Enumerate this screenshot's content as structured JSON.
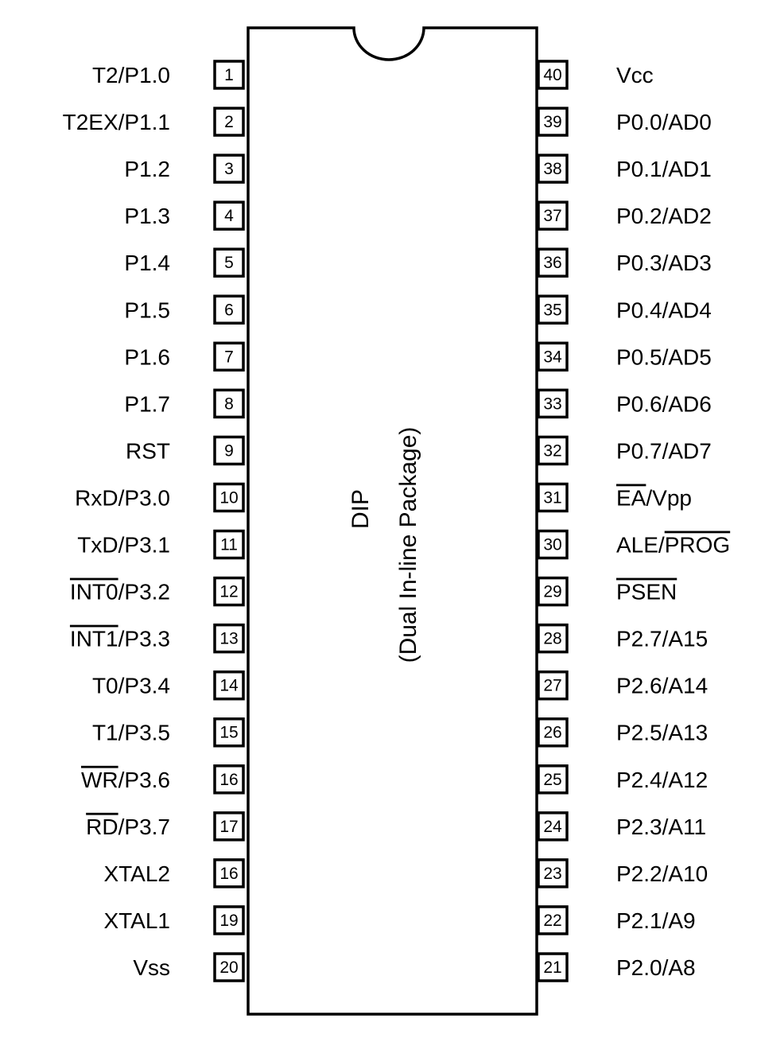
{
  "chip": {
    "title": "DIP",
    "subtitle": "(Dual In-line Package)"
  },
  "left_pins": [
    {
      "number": "1",
      "label": [
        {
          "text": "T2/P1.0"
        }
      ]
    },
    {
      "number": "2",
      "label": [
        {
          "text": "T2EX/P1.1"
        }
      ]
    },
    {
      "number": "3",
      "label": [
        {
          "text": "P1.2"
        }
      ]
    },
    {
      "number": "4",
      "label": [
        {
          "text": "P1.3"
        }
      ]
    },
    {
      "number": "5",
      "label": [
        {
          "text": "P1.4"
        }
      ]
    },
    {
      "number": "6",
      "label": [
        {
          "text": "P1.5"
        }
      ]
    },
    {
      "number": "7",
      "label": [
        {
          "text": "P1.6"
        }
      ]
    },
    {
      "number": "8",
      "label": [
        {
          "text": "P1.7"
        }
      ]
    },
    {
      "number": "9",
      "label": [
        {
          "text": "RST"
        }
      ]
    },
    {
      "number": "10",
      "label": [
        {
          "text": "RxD/P3.0"
        }
      ]
    },
    {
      "number": "11",
      "label": [
        {
          "text": "TxD/P3.1"
        }
      ]
    },
    {
      "number": "12",
      "label": [
        {
          "text": "INT0",
          "overline": true
        },
        {
          "text": "/P3.2"
        }
      ]
    },
    {
      "number": "13",
      "label": [
        {
          "text": "INT1",
          "overline": true
        },
        {
          "text": "/P3.3"
        }
      ]
    },
    {
      "number": "14",
      "label": [
        {
          "text": "T0/P3.4"
        }
      ]
    },
    {
      "number": "15",
      "label": [
        {
          "text": "T1/P3.5"
        }
      ]
    },
    {
      "number": "16",
      "label": [
        {
          "text": "WR",
          "overline": true
        },
        {
          "text": "/P3.6"
        }
      ]
    },
    {
      "number": "17",
      "label": [
        {
          "text": "RD",
          "overline": true
        },
        {
          "text": "/P3.7"
        }
      ]
    },
    {
      "number": "16",
      "label": [
        {
          "text": "XTAL2"
        }
      ]
    },
    {
      "number": "19",
      "label": [
        {
          "text": "XTAL1"
        }
      ]
    },
    {
      "number": "20",
      "label": [
        {
          "text": "Vss"
        }
      ]
    }
  ],
  "right_pins": [
    {
      "number": "40",
      "label": [
        {
          "text": "Vcc"
        }
      ]
    },
    {
      "number": "39",
      "label": [
        {
          "text": "P0.0/AD0"
        }
      ]
    },
    {
      "number": "38",
      "label": [
        {
          "text": "P0.1/AD1"
        }
      ]
    },
    {
      "number": "37",
      "label": [
        {
          "text": "P0.2/AD2"
        }
      ]
    },
    {
      "number": "36",
      "label": [
        {
          "text": "P0.3/AD3"
        }
      ]
    },
    {
      "number": "35",
      "label": [
        {
          "text": "P0.4/AD4"
        }
      ]
    },
    {
      "number": "34",
      "label": [
        {
          "text": "P0.5/AD5"
        }
      ]
    },
    {
      "number": "33",
      "label": [
        {
          "text": "P0.6/AD6"
        }
      ]
    },
    {
      "number": "32",
      "label": [
        {
          "text": "P0.7/AD7"
        }
      ]
    },
    {
      "number": "31",
      "label": [
        {
          "text": "EA",
          "overline": true
        },
        {
          "text": "/Vpp"
        }
      ]
    },
    {
      "number": "30",
      "label": [
        {
          "text": "ALE/"
        },
        {
          "text": "PROG",
          "overline": true
        }
      ]
    },
    {
      "number": "29",
      "label": [
        {
          "text": "PSEN",
          "overline": true
        }
      ]
    },
    {
      "number": "28",
      "label": [
        {
          "text": "P2.7/A15"
        }
      ]
    },
    {
      "number": "27",
      "label": [
        {
          "text": "P2.6/A14"
        }
      ]
    },
    {
      "number": "26",
      "label": [
        {
          "text": "P2.5/A13"
        }
      ]
    },
    {
      "number": "25",
      "label": [
        {
          "text": "P2.4/A12"
        }
      ]
    },
    {
      "number": "24",
      "label": [
        {
          "text": "P2.3/A11"
        }
      ]
    },
    {
      "number": "23",
      "label": [
        {
          "text": "P2.2/A10"
        }
      ]
    },
    {
      "number": "22",
      "label": [
        {
          "text": "P2.1/A9"
        }
      ]
    },
    {
      "number": "21",
      "label": [
        {
          "text": "P2.0/A8"
        }
      ]
    }
  ]
}
